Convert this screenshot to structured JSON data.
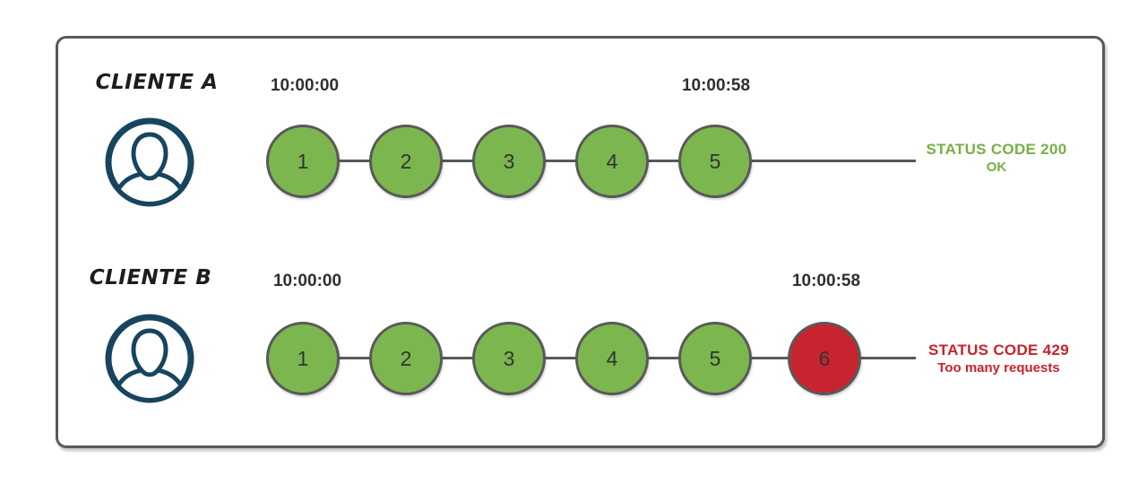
{
  "diagram_title": "rate-limit client comparison",
  "colors": {
    "frame_border": "#595959",
    "request_ok_fill": "#7BB74E",
    "request_limited_fill": "#C7242F",
    "status_ok_text": "#76B043",
    "status_error_text": "#C7232C",
    "avatar_stroke": "#17455F",
    "timestamp_text": "#2f2f2f"
  },
  "icons": {
    "client_avatar": "user-avatar-icon"
  },
  "rows": [
    {
      "client": "CLIENTE A",
      "time_start": "10:00:00",
      "time_end": "10:00:58",
      "requests": [
        {
          "label": "1",
          "state": "ok"
        },
        {
          "label": "2",
          "state": "ok"
        },
        {
          "label": "3",
          "state": "ok"
        },
        {
          "label": "4",
          "state": "ok"
        },
        {
          "label": "5",
          "state": "ok"
        }
      ],
      "status": {
        "code_line": "STATUS CODE 200",
        "detail_line": "OK"
      }
    },
    {
      "client": "CLIENTE B",
      "time_start": "10:00:00",
      "time_end": "10:00:58",
      "requests": [
        {
          "label": "1",
          "state": "ok"
        },
        {
          "label": "2",
          "state": "ok"
        },
        {
          "label": "3",
          "state": "ok"
        },
        {
          "label": "4",
          "state": "ok"
        },
        {
          "label": "5",
          "state": "ok"
        },
        {
          "label": "6",
          "state": "limited"
        }
      ],
      "status": {
        "code_line": "STATUS CODE 429",
        "detail_line": "Too many requests"
      }
    }
  ]
}
